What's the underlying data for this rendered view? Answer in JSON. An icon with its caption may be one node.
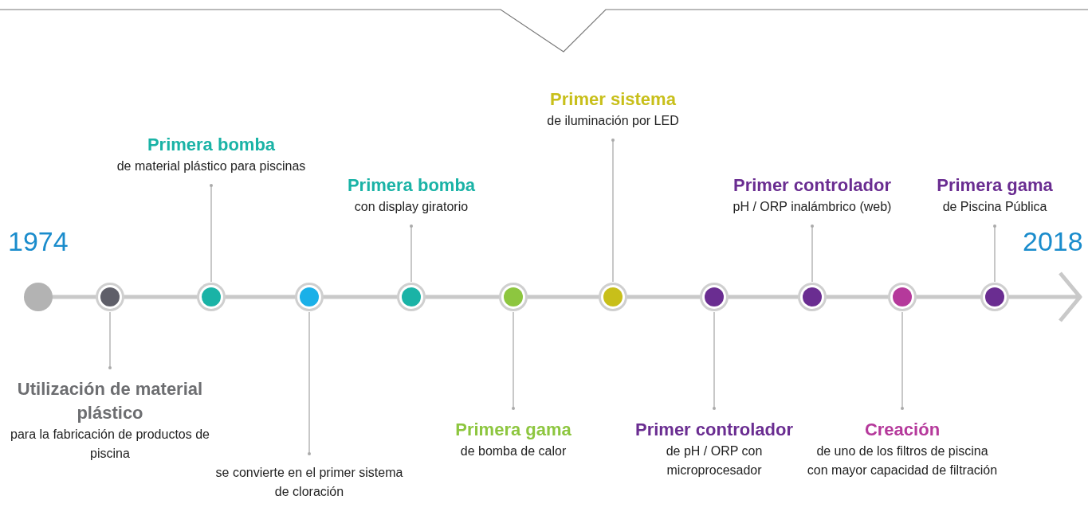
{
  "diagram": {
    "nodes": [
      {
        "text": [],
        "shape": "circle"
      },
      {
        "text": [],
        "shape": "circle"
      },
      {
        "text": [],
        "shape": "circle"
      },
      {
        "text": [],
        "shape": "circle"
      },
      {
        "text": [],
        "shape": "circle"
      },
      {
        "text": [],
        "shape": "circle"
      },
      {
        "text": [],
        "shape": "circle"
      },
      {
        "text": [],
        "shape": "circle"
      },
      {
        "text": [],
        "shape": "circle"
      },
      {
        "text": [],
        "shape": "circle"
      },
      {
        "text": [],
        "shape": "circle"
      },
      {
        "text": [
          "Utilización de material plástico",
          "para la fabricación de productos de piscina"
        ]
      },
      {
        "text": [
          "Primera bomba",
          "de material plástico para piscinas"
        ]
      },
      {
        "text": [
          "se convierte en el primer sistema de cloración"
        ]
      },
      {
        "text": [
          "Primera bomba",
          "con display giratorio"
        ]
      },
      {
        "text": [
          "Primera gama",
          "de bomba de calor"
        ]
      },
      {
        "text": [
          "Primer sistema",
          "de iluminación por LED"
        ]
      },
      {
        "text": [
          "Primer controlador",
          "de pH / ORP con microprocesador"
        ]
      },
      {
        "text": [
          "Primer controlador",
          "pH / ORP inalámbrico (web)"
        ]
      },
      {
        "text": [
          "Creación",
          "de uno de los filtros de piscina con mayor capacidad de filtración"
        ]
      },
      {
        "text": [
          "Primera gama",
          "de Piscina Pública"
        ]
      }
    ],
    "edges": [
      {
        "from": 11,
        "to": 1,
        "arrow": "other"
      },
      {
        "from": 12,
        "to": 2,
        "arrow": "other"
      },
      {
        "from": 13,
        "to": 3,
        "arrow": "other"
      },
      {
        "from": 14,
        "to": 4,
        "arrow": "other"
      },
      {
        "from": 15,
        "to": 5,
        "arrow": "other"
      },
      {
        "from": 16,
        "to": 6,
        "arrow": "other"
      },
      {
        "from": 17,
        "to": 7,
        "arrow": "other"
      },
      {
        "from": 18,
        "to": 8,
        "arrow": "other"
      },
      {
        "from": 19,
        "to": 9,
        "arrow": "other"
      },
      {
        "from": 20,
        "to": 10,
        "arrow": "other"
      }
    ],
    "labels": [
      "1974",
      "2018"
    ]
  }
}
